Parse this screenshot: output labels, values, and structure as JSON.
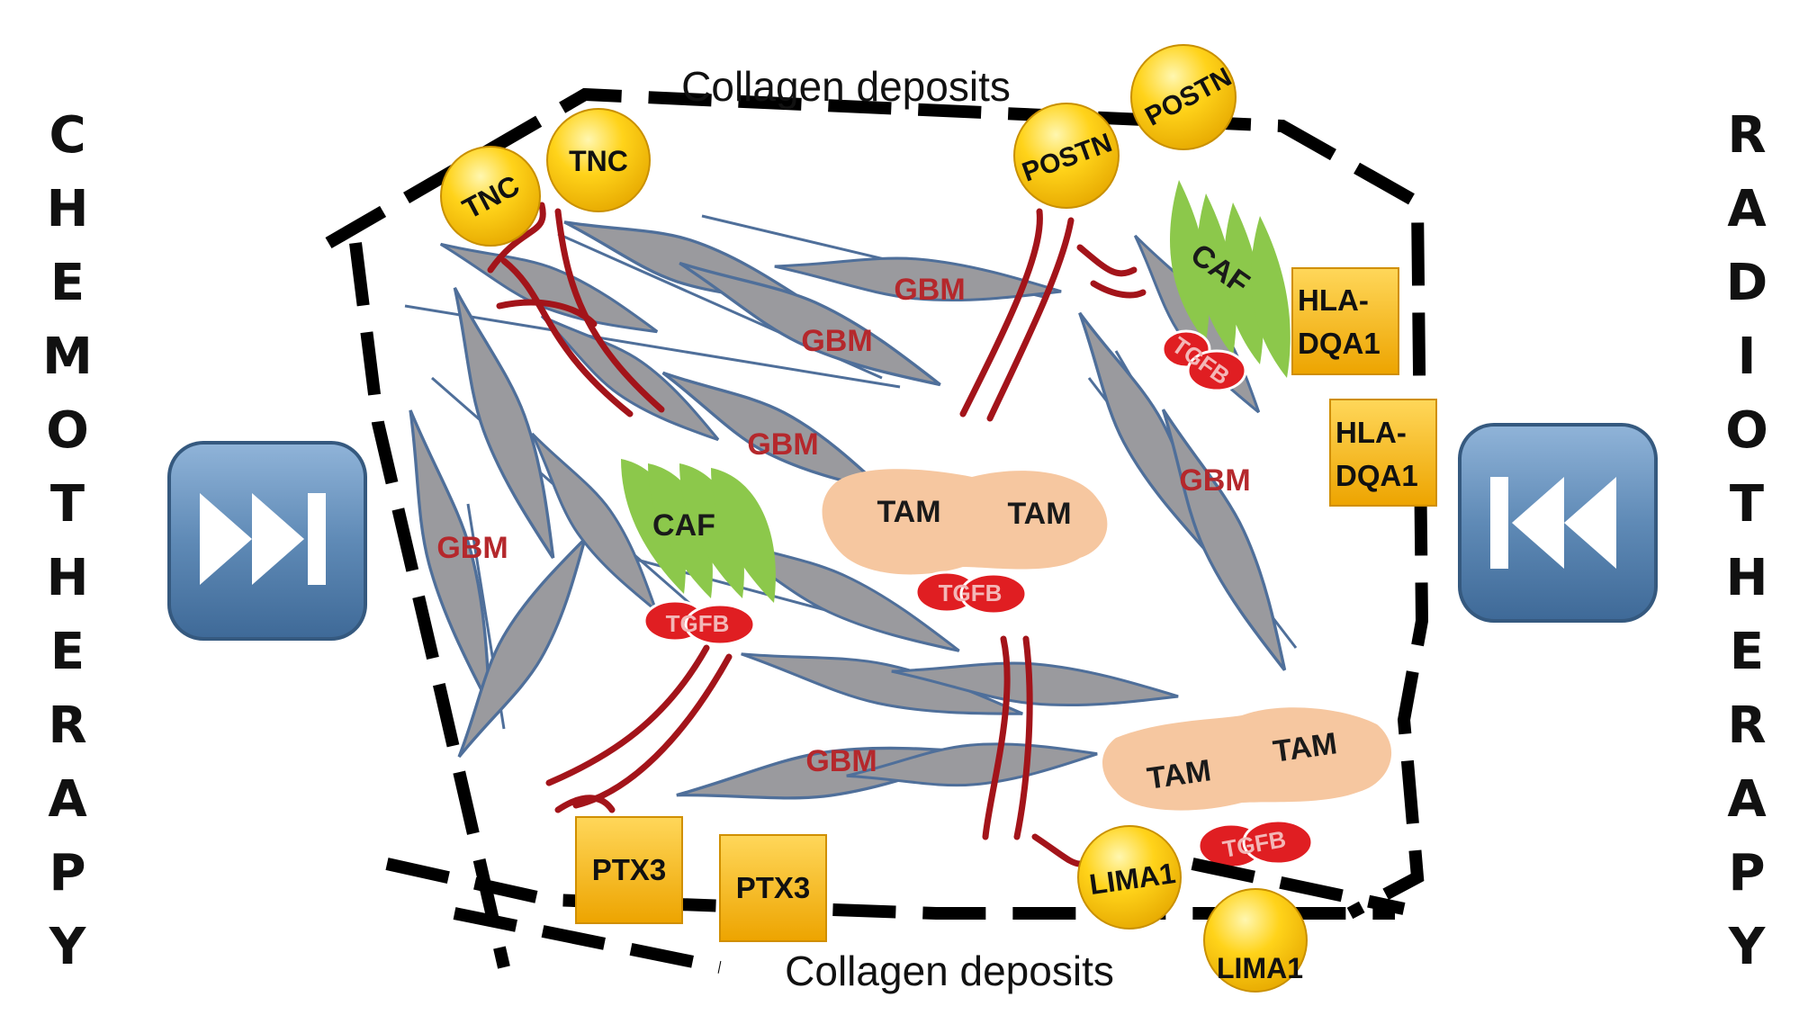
{
  "side_labels": {
    "left": "CHEMOTHERAPY",
    "right": "RADIOTHERAPY"
  },
  "labels": {
    "collagen_top": "Collagen deposits",
    "collagen_bottom": "Collagen deposits",
    "gbm": "GBM",
    "gbm_cut": "GBM",
    "caf": "CAF",
    "tam": "TAM",
    "tgfb": "TGFB",
    "tnc": "TNC",
    "postn": "POSTN",
    "hla_line1": "HLA-",
    "hla_line2": "DQA1",
    "ptx3": "PTX3",
    "lima1": "LIMA1"
  },
  "icons": {
    "left": "fast-forward-icon",
    "right": "fast-rewind-icon"
  },
  "colors": {
    "button_blue": "#5a86b3",
    "cell_gray": "#9a9a9e",
    "cell_outline": "#4f6f9a",
    "vessel_red": "#a3141a",
    "gbm_text": "#b5282c",
    "caf_green": "#8cc84b",
    "tam_peach": "#f6c7a0",
    "tgfb_red": "#e01e22",
    "marker_yellow": "#f8c400",
    "box_orange": "#f2b21b"
  }
}
